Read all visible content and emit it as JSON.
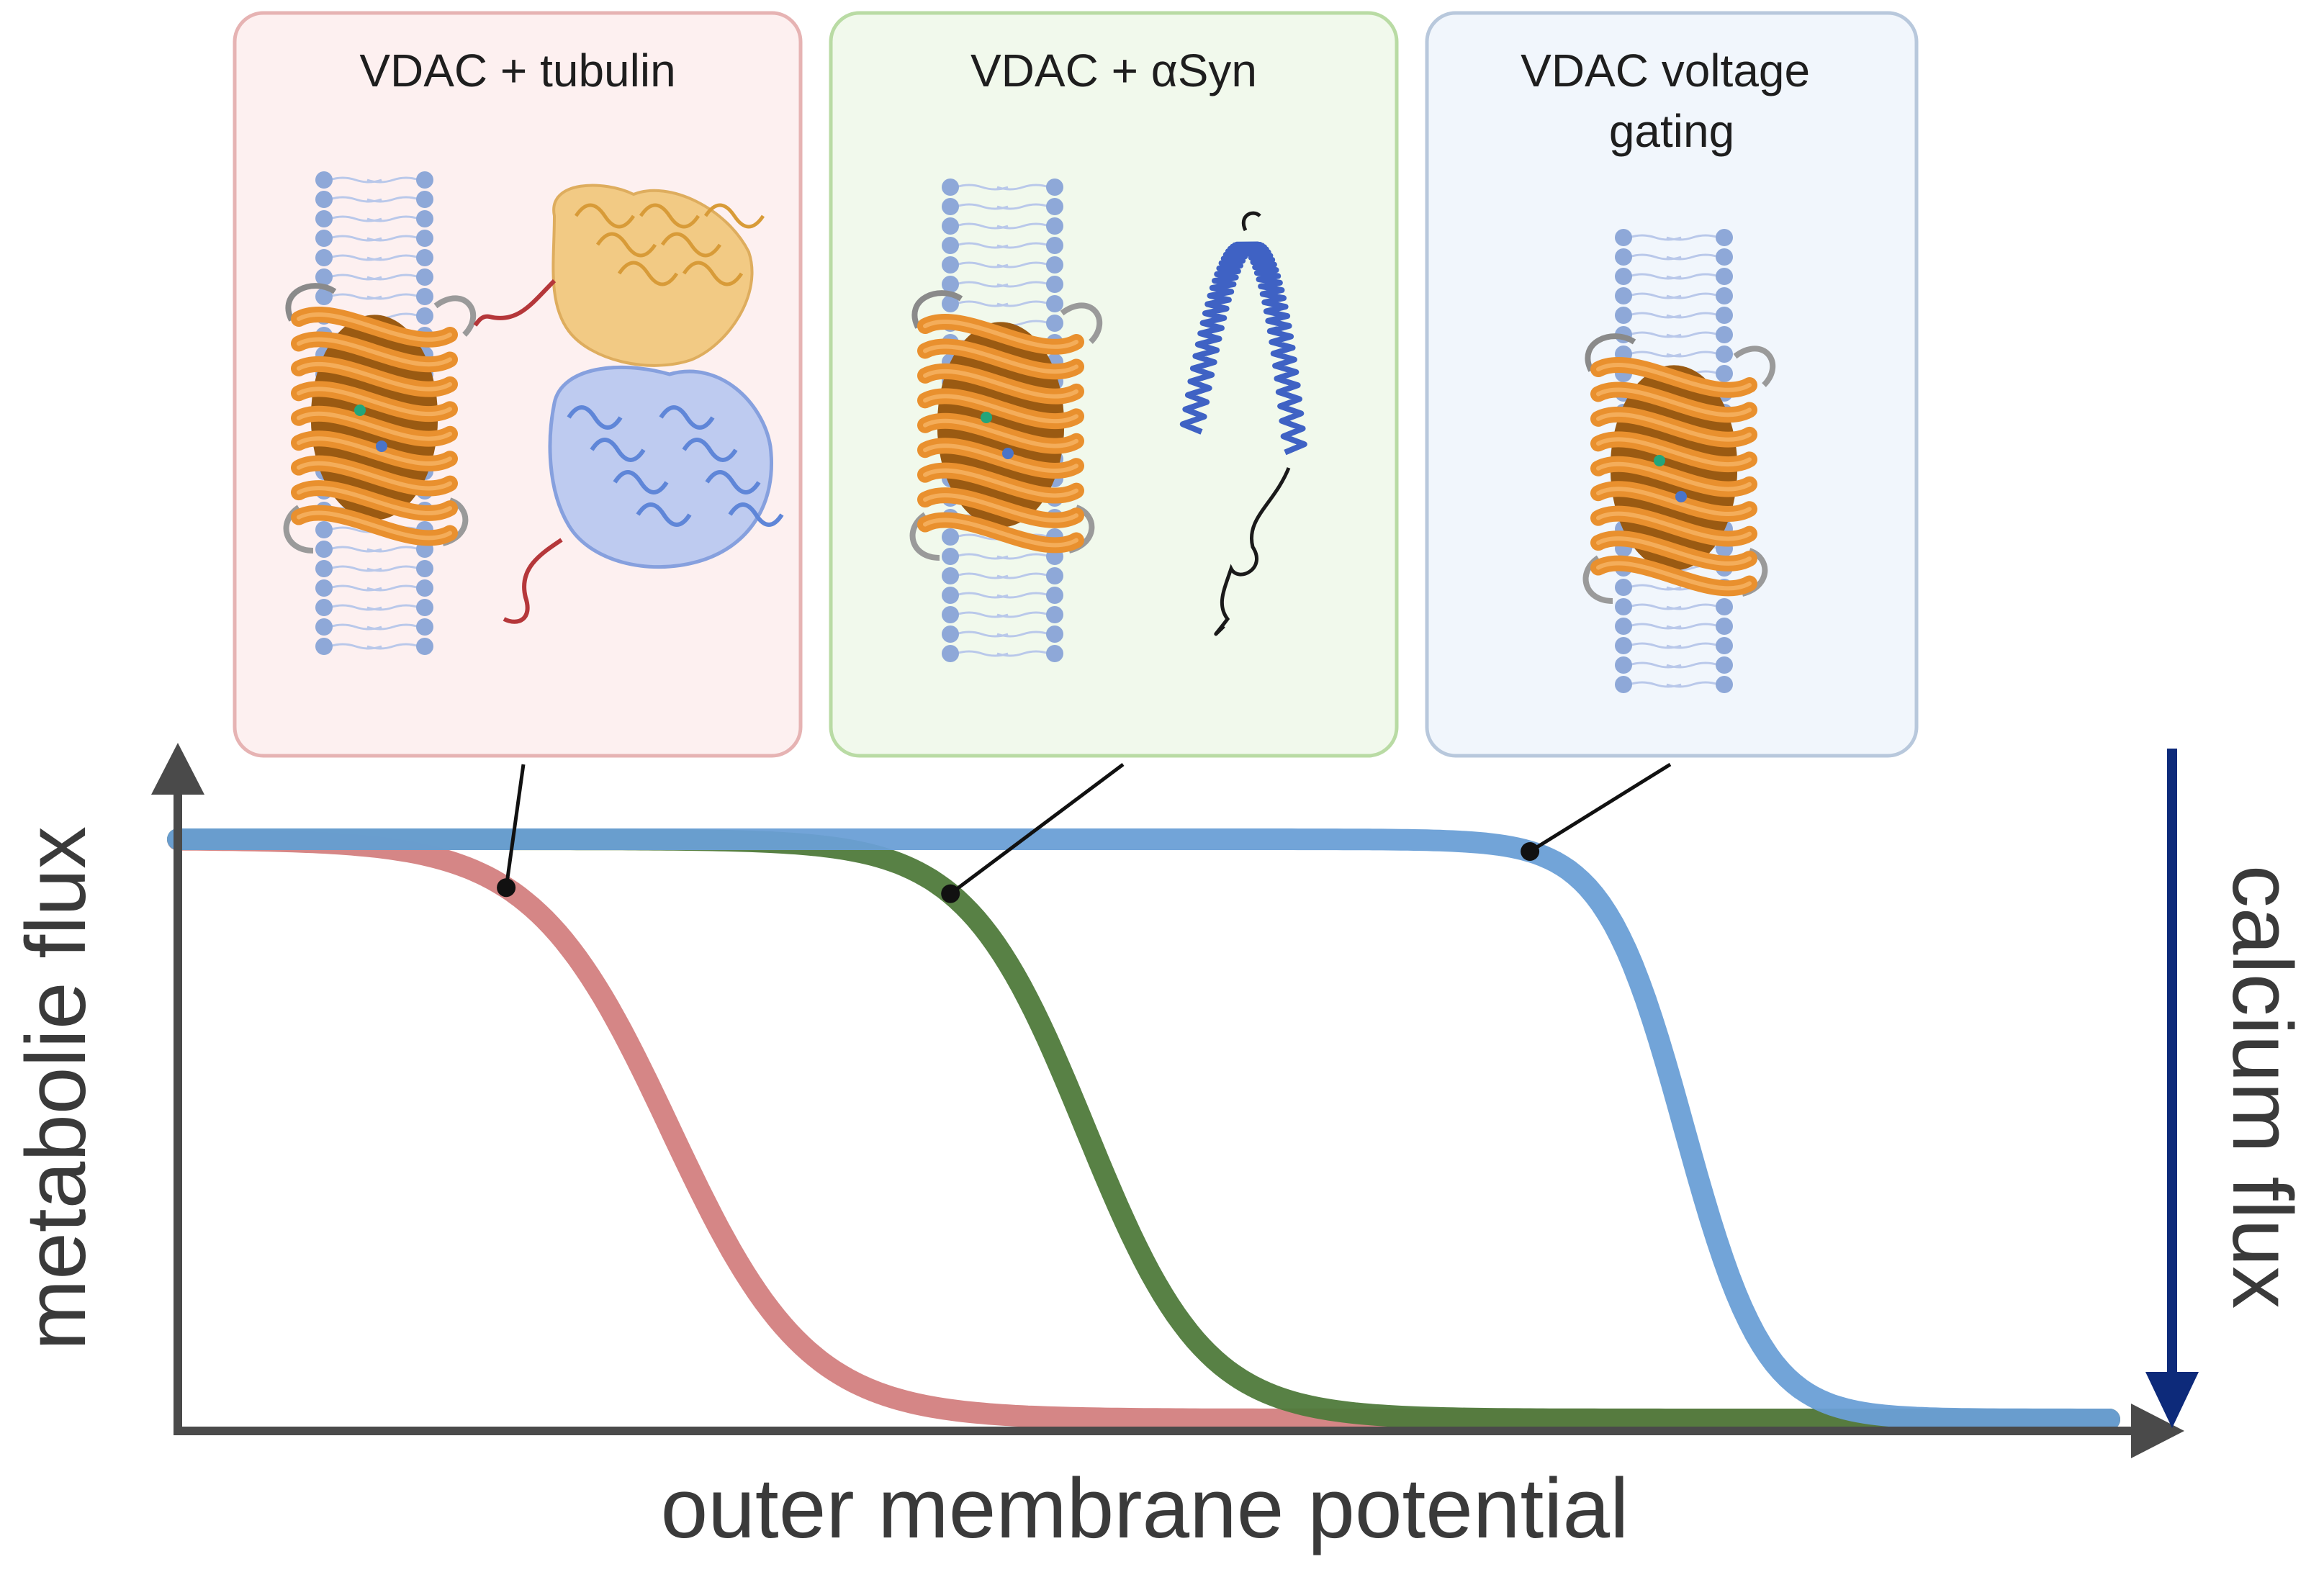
{
  "panels": [
    {
      "id": "tubulin",
      "title_lines": [
        "VDAC + tubulin"
      ],
      "bg": "#fdf0f0",
      "border": "#e6b3b3",
      "partner": "tubulin"
    },
    {
      "id": "asyn",
      "title_lines": [
        "VDAC + αSyn"
      ],
      "bg": "#f1f9ec",
      "border": "#b9dba4",
      "partner": "asyn"
    },
    {
      "id": "voltage",
      "title_lines": [
        "VDAC voltage",
        "gating"
      ],
      "bg": "#f1f6fc",
      "border": "#b8c8dc",
      "partner": "none"
    }
  ],
  "axes": {
    "y_label": "metabolie flux",
    "x_label": "outer membrane potential",
    "right_label": "calcium flux",
    "axis_color": "#4a4a4a",
    "right_arrow_color": "#0d2a7a"
  },
  "curves": [
    {
      "id": "tubulin",
      "color": "#d3807f",
      "midpoint": 0.255,
      "steepness": 4.7
    },
    {
      "id": "asyn",
      "color": "#4f7a3b",
      "midpoint": 0.47,
      "steepness": 5.4
    },
    {
      "id": "voltage",
      "color": "#6a9fd6",
      "midpoint": 0.78,
      "steepness": 8.0
    }
  ],
  "colors": {
    "membrane": "#8ea8d8",
    "vdac": "#e9902e",
    "vdac_dark": "#9a5a12",
    "tubulin_alpha": "#f1c472",
    "tubulin_beta": "#5f86d8",
    "tail_red": "#b5373a",
    "asyn_helix": "#3f62c4"
  }
}
